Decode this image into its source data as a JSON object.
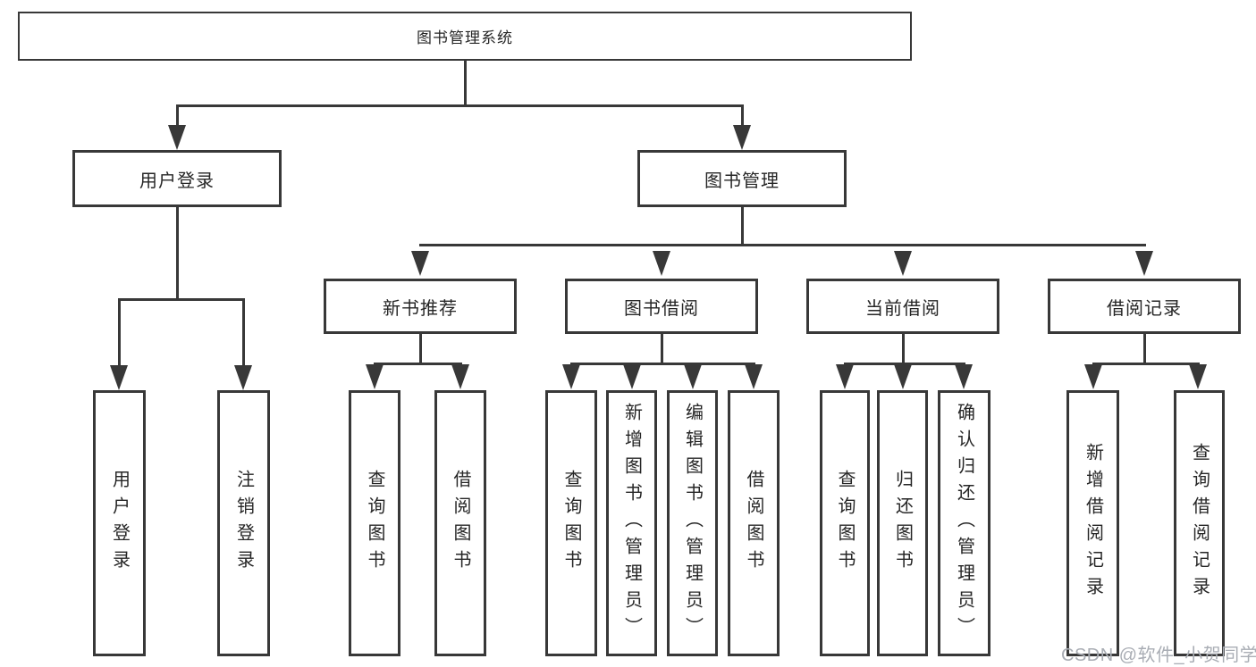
{
  "colors": {
    "line": "#383838",
    "text": "#262626",
    "background": "#ffffff",
    "watermark": "#a9adb4"
  },
  "watermark": "CSDN @软件_小贺同学",
  "tree": {
    "label": "图书管理系统",
    "children": [
      {
        "label": "用户登录",
        "children": [
          {
            "label": "用户登录"
          },
          {
            "label": "注销登录"
          }
        ]
      },
      {
        "label": "图书管理",
        "children": [
          {
            "label": "新书推荐",
            "children": [
              {
                "label": "查询图书"
              },
              {
                "label": "借阅图书"
              }
            ]
          },
          {
            "label": "图书借阅",
            "children": [
              {
                "label": "查询图书"
              },
              {
                "label": "新增图书（管理员）"
              },
              {
                "label": "编辑图书（管理员）"
              },
              {
                "label": "借阅图书"
              }
            ]
          },
          {
            "label": "当前借阅",
            "children": [
              {
                "label": "查询图书"
              },
              {
                "label": "归还图书"
              },
              {
                "label": "确认归还（管理员）"
              }
            ]
          },
          {
            "label": "借阅记录",
            "children": [
              {
                "label": "新增借阅记录"
              },
              {
                "label": "查询借阅记录"
              }
            ]
          }
        ]
      }
    ]
  }
}
